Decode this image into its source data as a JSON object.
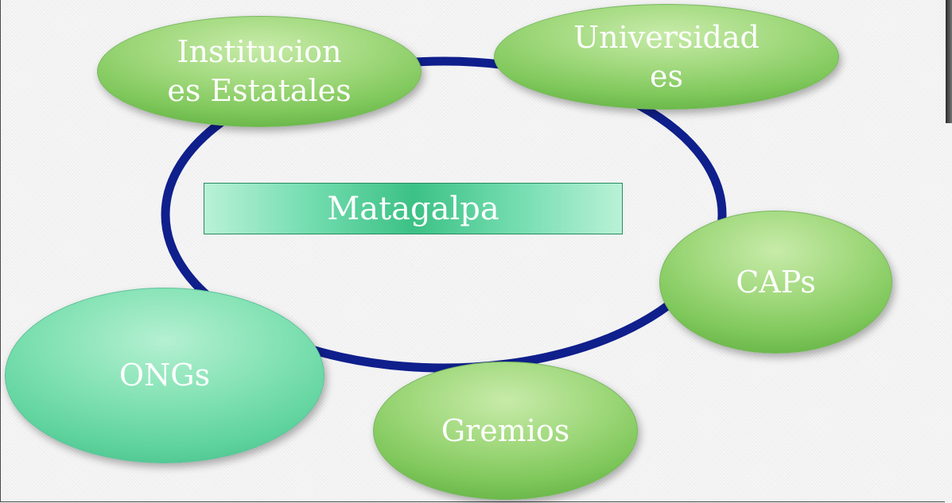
{
  "diagram": {
    "center": {
      "label": "Matagalpa"
    },
    "nodes": [
      {
        "id": "instituciones-estatales",
        "lines": [
          "Institucion",
          "es Estatales"
        ],
        "style": "green"
      },
      {
        "id": "universidades",
        "lines": [
          "Universidad",
          "es"
        ],
        "style": "green"
      },
      {
        "id": "caps",
        "lines": [
          "CAPs"
        ],
        "style": "green"
      },
      {
        "id": "gremios",
        "lines": [
          "Gremios"
        ],
        "style": "green"
      },
      {
        "id": "ongs",
        "lines": [
          "ONGs"
        ],
        "style": "teal"
      }
    ],
    "colors": {
      "ring": "#0f1f8c",
      "node_green": "#8fd06a",
      "node_teal": "#6fdcab",
      "center_fill": "#3cc185",
      "text": "#ffffff"
    }
  }
}
